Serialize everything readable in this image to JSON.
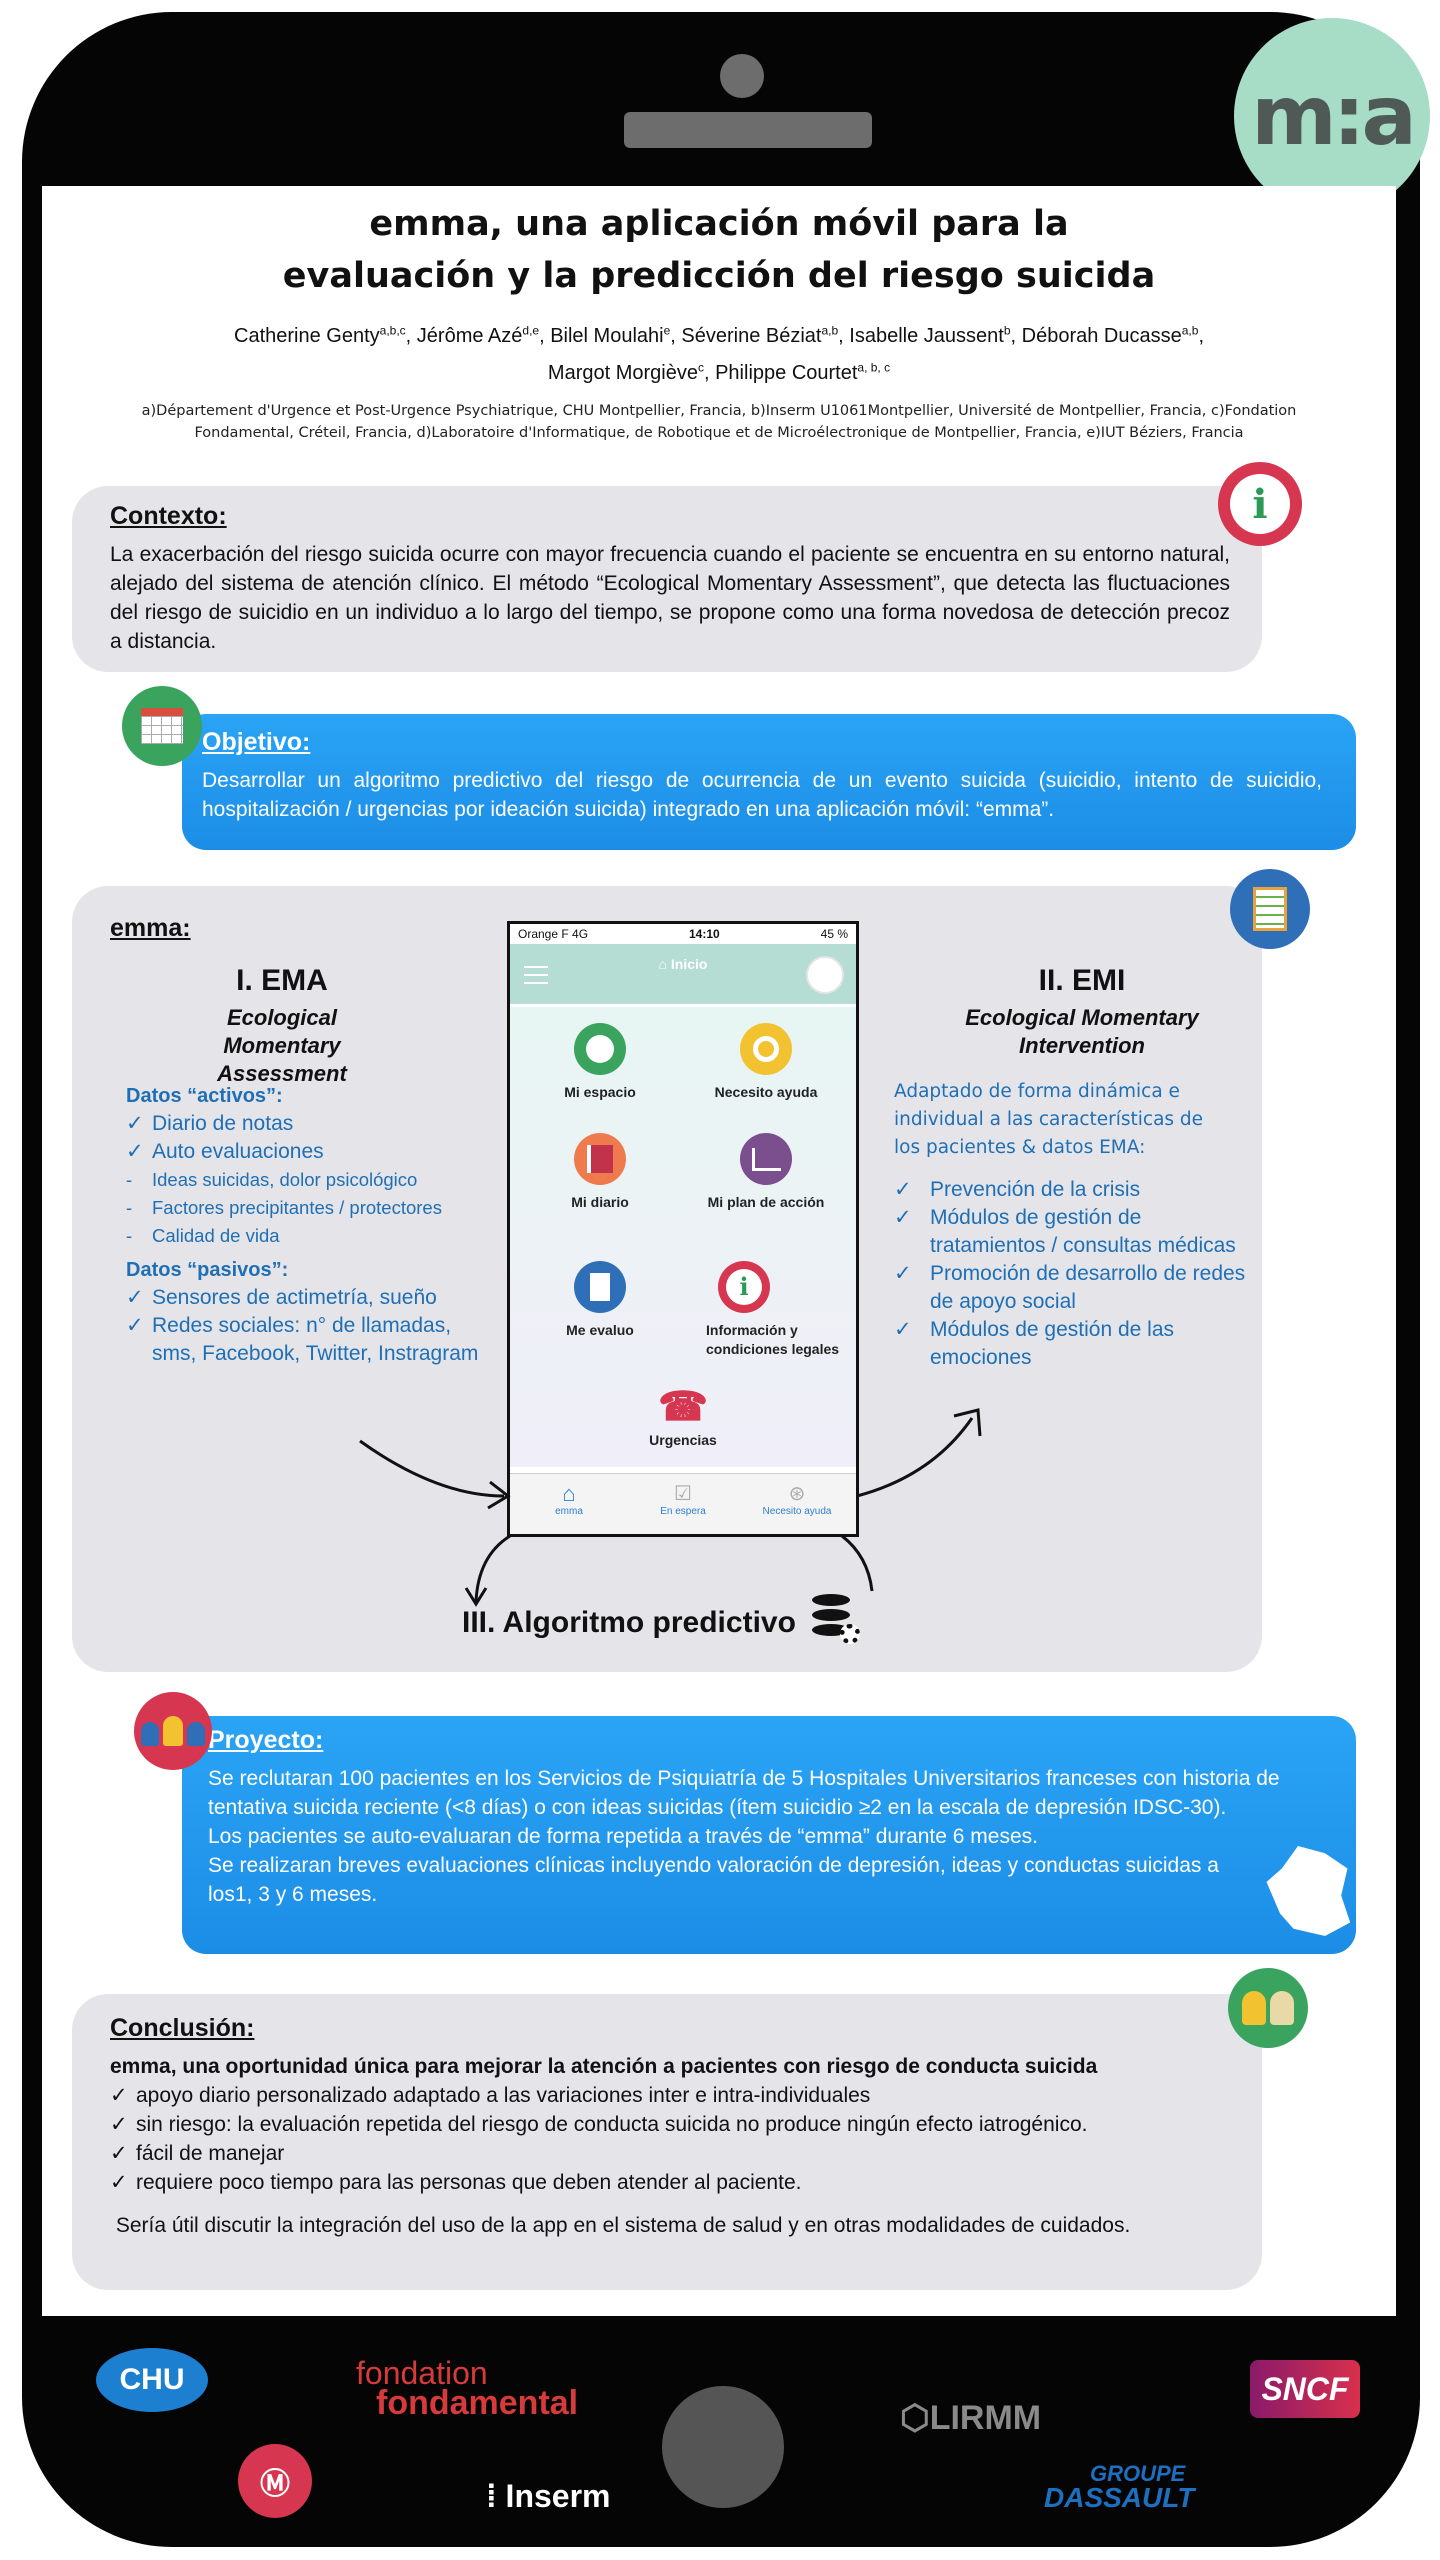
{
  "logo": {
    "text": "m:a"
  },
  "header": {
    "title": "emma, una aplicación móvil para la evaluación y la predicción del riesgo suicida",
    "authors": [
      {
        "name": "Catherine Genty",
        "sup": "a,b,c"
      },
      {
        "name": "Jérôme Azé",
        "sup": "d,e"
      },
      {
        "name": "Bilel Moulahi",
        "sup": "e"
      },
      {
        "name": "Séverine Béziat",
        "sup": "a,b"
      },
      {
        "name": "Isabelle Jaussent",
        "sup": "b"
      },
      {
        "name": "Déborah Ducasse",
        "sup": "a,b"
      },
      {
        "name": "Margot Morgiève",
        "sup": "c"
      },
      {
        "name": "Philippe Courtet",
        "sup": "a, b, c"
      }
    ],
    "affiliations": "a)Département d'Urgence et Post-Urgence Psychiatrique, CHU Montpellier, Francia, b)Inserm U1061Montpellier, Université de Montpellier, Francia, c)Fondation Fondamental, Créteil, Francia, d)Laboratoire d'Informatique, de Robotique et de Microélectronique de Montpellier, Francia, e)IUT Béziers, Francia"
  },
  "contexto": {
    "title": "Contexto:",
    "text": "La exacerbación del riesgo suicida ocurre con mayor frecuencia cuando el paciente se encuentra en su entorno natural, alejado del sistema de atención clínico. El método “Ecological Momentary Assessment”, que detecta las fluctuaciones del riesgo de suicidio en un individuo a lo largo del tiempo, se propone como una forma novedosa de detección precoz a distancia."
  },
  "objetivo": {
    "title": "Objetivo:",
    "text": "Desarrollar un algoritmo predictivo del riesgo de ocurrencia de un evento suicida (suicidio, intento de suicidio, hospitalización / urgencias por ideación suicida) integrado en una aplicación móvil: “emma”."
  },
  "emma": {
    "title": "emma:",
    "ema": {
      "heading": "I. EMA",
      "subheading": "Ecological Momentary Assessment",
      "activos_title": "Datos “activos”:",
      "activos": [
        "Diario de notas",
        "Auto evaluaciones"
      ],
      "activos_sub": [
        "Ideas suicidas, dolor psicológico",
        "Factores precipitantes / protectores",
        "Calidad de vida"
      ],
      "pasivos_title": "Datos “pasivos”:",
      "pasivos": [
        "Sensores de actimetría, sueño",
        "Redes sociales: n° de llamadas, sms, Facebook, Twitter, Instragram"
      ]
    },
    "emi": {
      "heading": "II. EMI",
      "subheading": "Ecological Momentary Intervention",
      "intro": "Adaptado de forma dinámica e individual a las características de los pacientes & datos EMA:",
      "items": [
        "Prevención de la crisis",
        "Módulos de gestión de tratamientos / consultas médicas",
        "Promoción de desarrollo de redes de apoyo social",
        "Módulos de gestión de las emociones"
      ]
    },
    "algoritmo": "III. Algoritmo predictivo",
    "app": {
      "carrier": "Orange F  4G",
      "time": "14:10",
      "battery": "45 %",
      "header": "Inicio",
      "items": [
        "Mi espacio",
        "Necesito ayuda",
        "Mi diario",
        "Mi plan de acción",
        "Me evaluo",
        "Información y condiciones legales",
        "Urgencias"
      ],
      "tabs": [
        "emma",
        "En espera",
        "Necesito ayuda"
      ]
    }
  },
  "proyecto": {
    "title": "Proyecto:",
    "lines": [
      "Se reclutaran 100 pacientes en los Servicios de Psiquiatría de 5 Hospitales Universitarios franceses con historia de tentativa suicida reciente (<8 días) o con ideas suicidas (ítem suicidio ≥2 en la escala de depresión IDSC-30).",
      "Los pacientes se auto-evaluaran de forma repetida a través de “emma” durante 6 meses.",
      "Se realizaran breves evaluaciones clínicas incluyendo valoración de depresión, ideas y conductas suicidas a los1, 3 y 6 meses."
    ]
  },
  "conclusion": {
    "title": "Conclusión:",
    "lead": "emma, una oportunidad única para mejorar la atención a pacientes con riesgo de conducta suicida",
    "items": [
      "apoyo diario personalizado adaptado a las variaciones inter e intra-individuales",
      "sin riesgo: la evaluación repetida del riesgo de conducta suicida no produce ningún efecto iatrogénico.",
      "fácil de manejar",
      "requiere poco tiempo para las personas que deben atender al paciente."
    ],
    "closing": " Sería útil discutir la integración del uso de la app en el sistema de salud y en otras modalidades de cuidados."
  },
  "logos": {
    "chu": "CHU",
    "fondation_1": "fondation",
    "fondation_2": "fondamental",
    "lirmm": "LIRMM",
    "sncf": "SNCF",
    "inserm": "Inserm",
    "dassault_1": "GROUPE",
    "dassault_2": "DASSAULT"
  },
  "colors": {
    "accent_blue": "#1c8de6",
    "text_blue": "#1f6fb5",
    "panel_gray": "#e4e4e9",
    "logo_mint": "#a7dcc6"
  }
}
